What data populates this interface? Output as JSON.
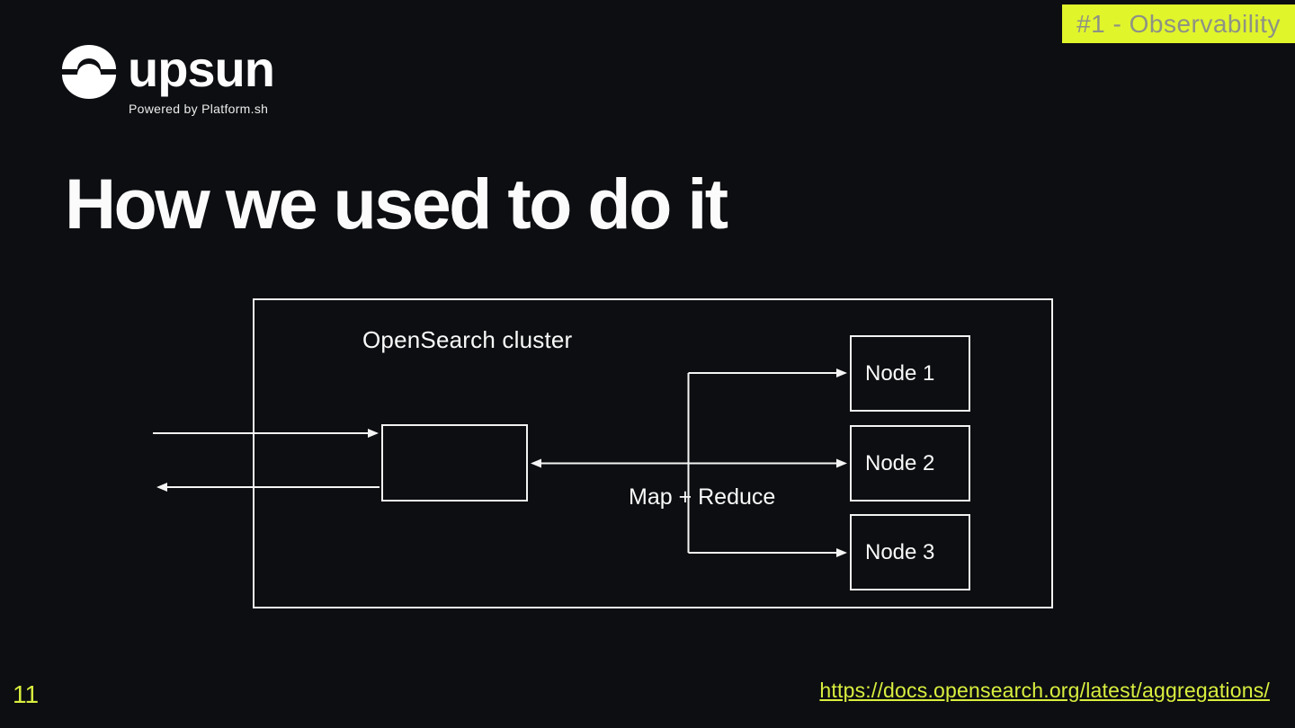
{
  "slide": {
    "badge_label": "#1 - Observability",
    "title": "How we used to do it",
    "page_number": "11",
    "footer_link": "https://docs.opensearch.org/latest/aggregations/"
  },
  "logo": {
    "wordmark": "upsun",
    "tagline": "Powered by Platform.sh"
  },
  "diagram": {
    "cluster_label": "OpenSearch cluster",
    "map_reduce_label": "Map + Reduce",
    "nodes": [
      "Node 1",
      "Node 2",
      "Node 3"
    ]
  },
  "colors": {
    "background": "#0c0e11",
    "badge_background": "#e1f52b",
    "badge_text": "#8d9285",
    "accent_link": "#d9ee3e",
    "diagram_stroke": "#f2f2f2",
    "text": "#fafafa"
  }
}
